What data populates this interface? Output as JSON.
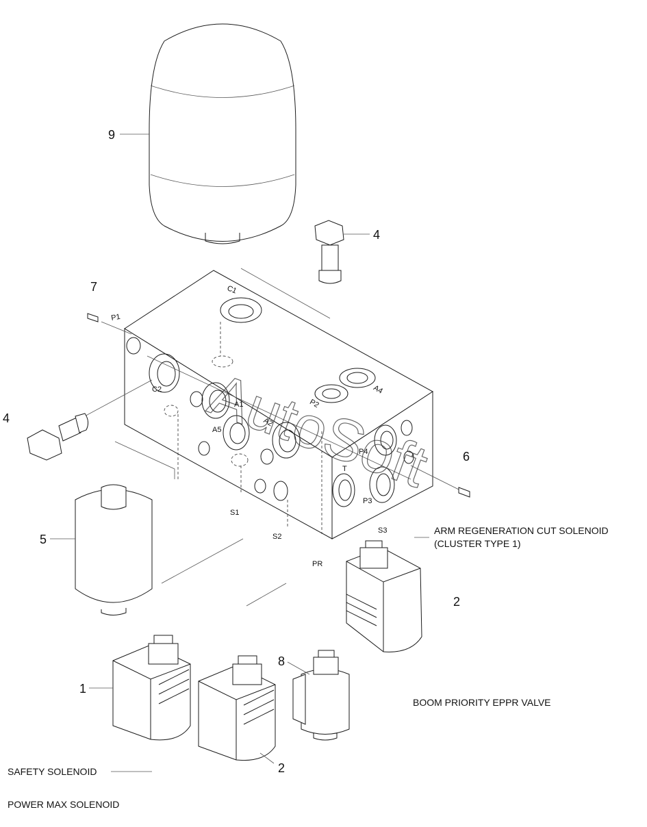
{
  "part_numbers": {
    "n1": "1",
    "n2a": "2",
    "n2b": "2",
    "n4a": "4",
    "n4b": "4",
    "n5": "5",
    "n6": "6",
    "n7": "7",
    "n8": "8",
    "n9": "9"
  },
  "ports": {
    "c1": "C1",
    "c2": "C2",
    "p1": "P1",
    "p2": "P2",
    "p3": "P3",
    "p4": "P4",
    "a1": "A1",
    "a2": "A2",
    "a4": "A4",
    "a5": "A5",
    "t": "T",
    "s1": "S1",
    "s2": "S2",
    "s3": "S3",
    "pr": "PR"
  },
  "callouts": {
    "arm_regen_line1": "ARM REGENERATION CUT SOLENOID",
    "arm_regen_line2": "(CLUSTER TYPE 1)",
    "boom_priority": "BOOM PRIORITY EPPR VALVE",
    "safety": "SAFETY SOLENOID",
    "power_max": "POWER MAX SOLENOID"
  },
  "watermark": "AutoSoft"
}
